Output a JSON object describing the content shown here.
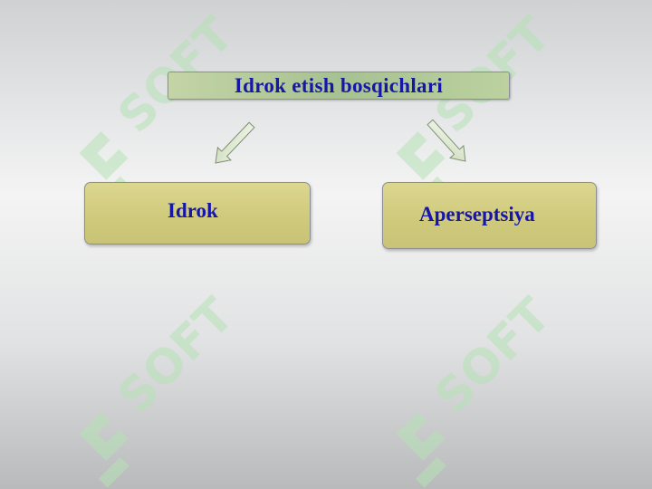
{
  "diagram": {
    "title": "Idrok etish bosqichlari",
    "nodes": [
      {
        "label": "Idrok"
      },
      {
        "label": "Aperseptsiya"
      }
    ]
  },
  "watermark": {
    "text": "SOFT",
    "icon": "soft-logo-icon",
    "color": "#a9dba9"
  },
  "colors": {
    "label_text": "#1616a8",
    "title_fill": "#b4cb9a",
    "node_fill": "#d3cd80"
  }
}
